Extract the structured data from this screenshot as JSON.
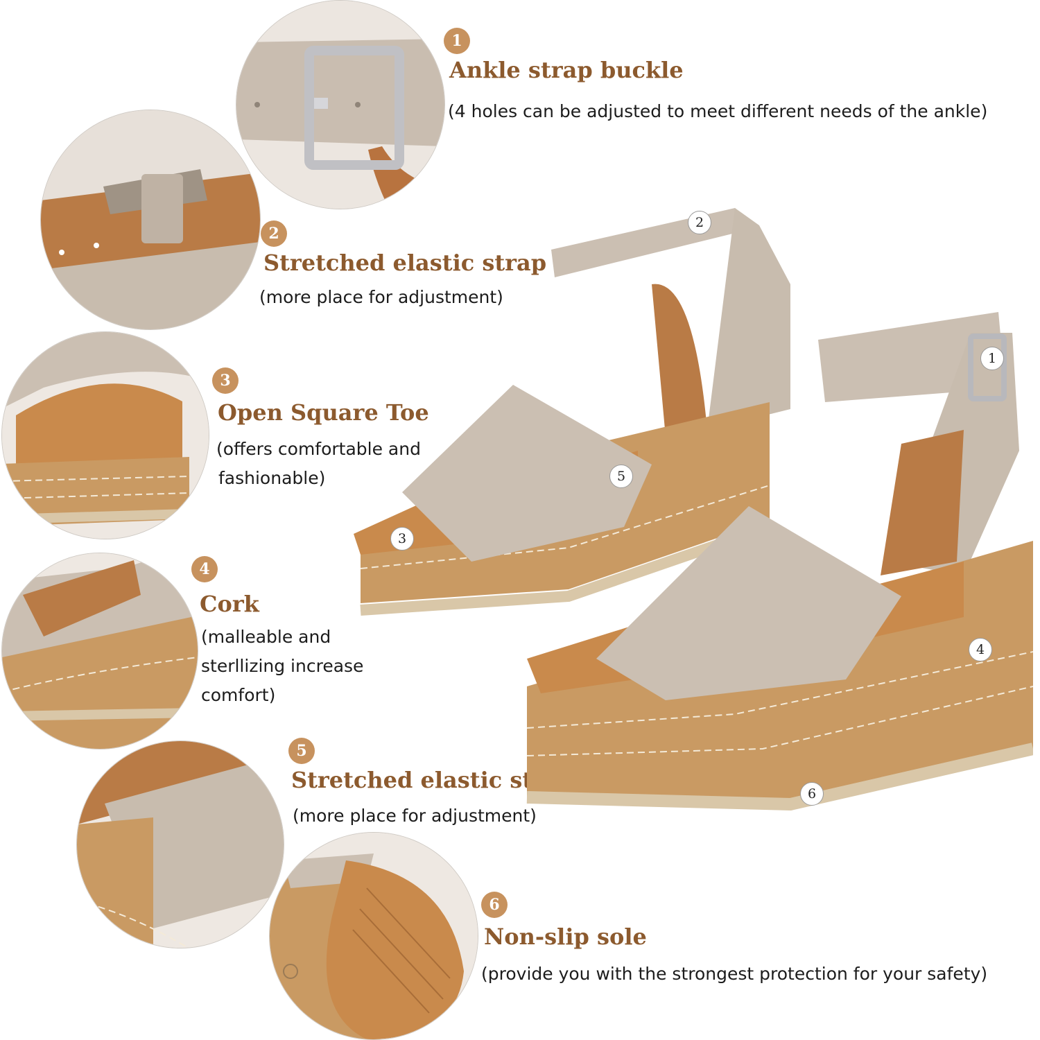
{
  "features": [
    {
      "number": "1",
      "title": "Ankle strap buckle",
      "description": "(4 holes can be adjusted to meet different needs of the ankle)"
    },
    {
      "number": "2",
      "title": "Stretched elastic strap",
      "description": "(more place for adjustment)"
    },
    {
      "number": "3",
      "title": "Open Square Toe",
      "description_lines": [
        "(offers comfortable and",
        "fashionable)"
      ]
    },
    {
      "number": "4",
      "title": "Cork",
      "description_lines": [
        "(malleable and",
        "sterllizing increase",
        "comfort)"
      ]
    },
    {
      "number": "5",
      "title": "Stretched elastic strap",
      "description": "(more place for adjustment)"
    },
    {
      "number": "6",
      "title": "Non-slip sole",
      "description": "(provide you with the strongest protection for your safety)"
    }
  ],
  "callouts": [
    "1",
    "2",
    "3",
    "4",
    "5",
    "6"
  ],
  "colors": {
    "accent": "#c7925e",
    "title_text": "#8c5a2e",
    "suede": "#cbbfb2",
    "cork": "#c99a63",
    "insole": "#c98a4c"
  }
}
